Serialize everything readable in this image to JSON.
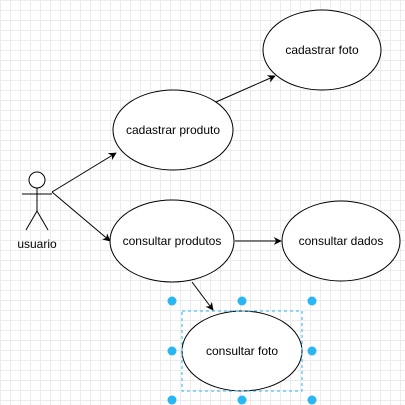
{
  "actor": {
    "label": "usuario"
  },
  "use_cases": {
    "cadastrar_foto": "cadastrar foto",
    "cadastrar_produto": "cadastrar produto",
    "consultar_produtos": "consultar produtos",
    "consultar_dados": "consultar dados",
    "consultar_foto": "consultar foto"
  },
  "edges": [
    {
      "from": "usuario",
      "to": "cadastrar produto"
    },
    {
      "from": "usuario",
      "to": "consultar produtos"
    },
    {
      "from": "cadastrar produto",
      "to": "cadastrar foto"
    },
    {
      "from": "consultar produtos",
      "to": "consultar dados"
    },
    {
      "from": "consultar produtos",
      "to": "consultar foto"
    }
  ],
  "selected": "consultar foto",
  "colors": {
    "selection": "#29b6f2",
    "stroke": "#000000",
    "grid": "#ececec"
  }
}
